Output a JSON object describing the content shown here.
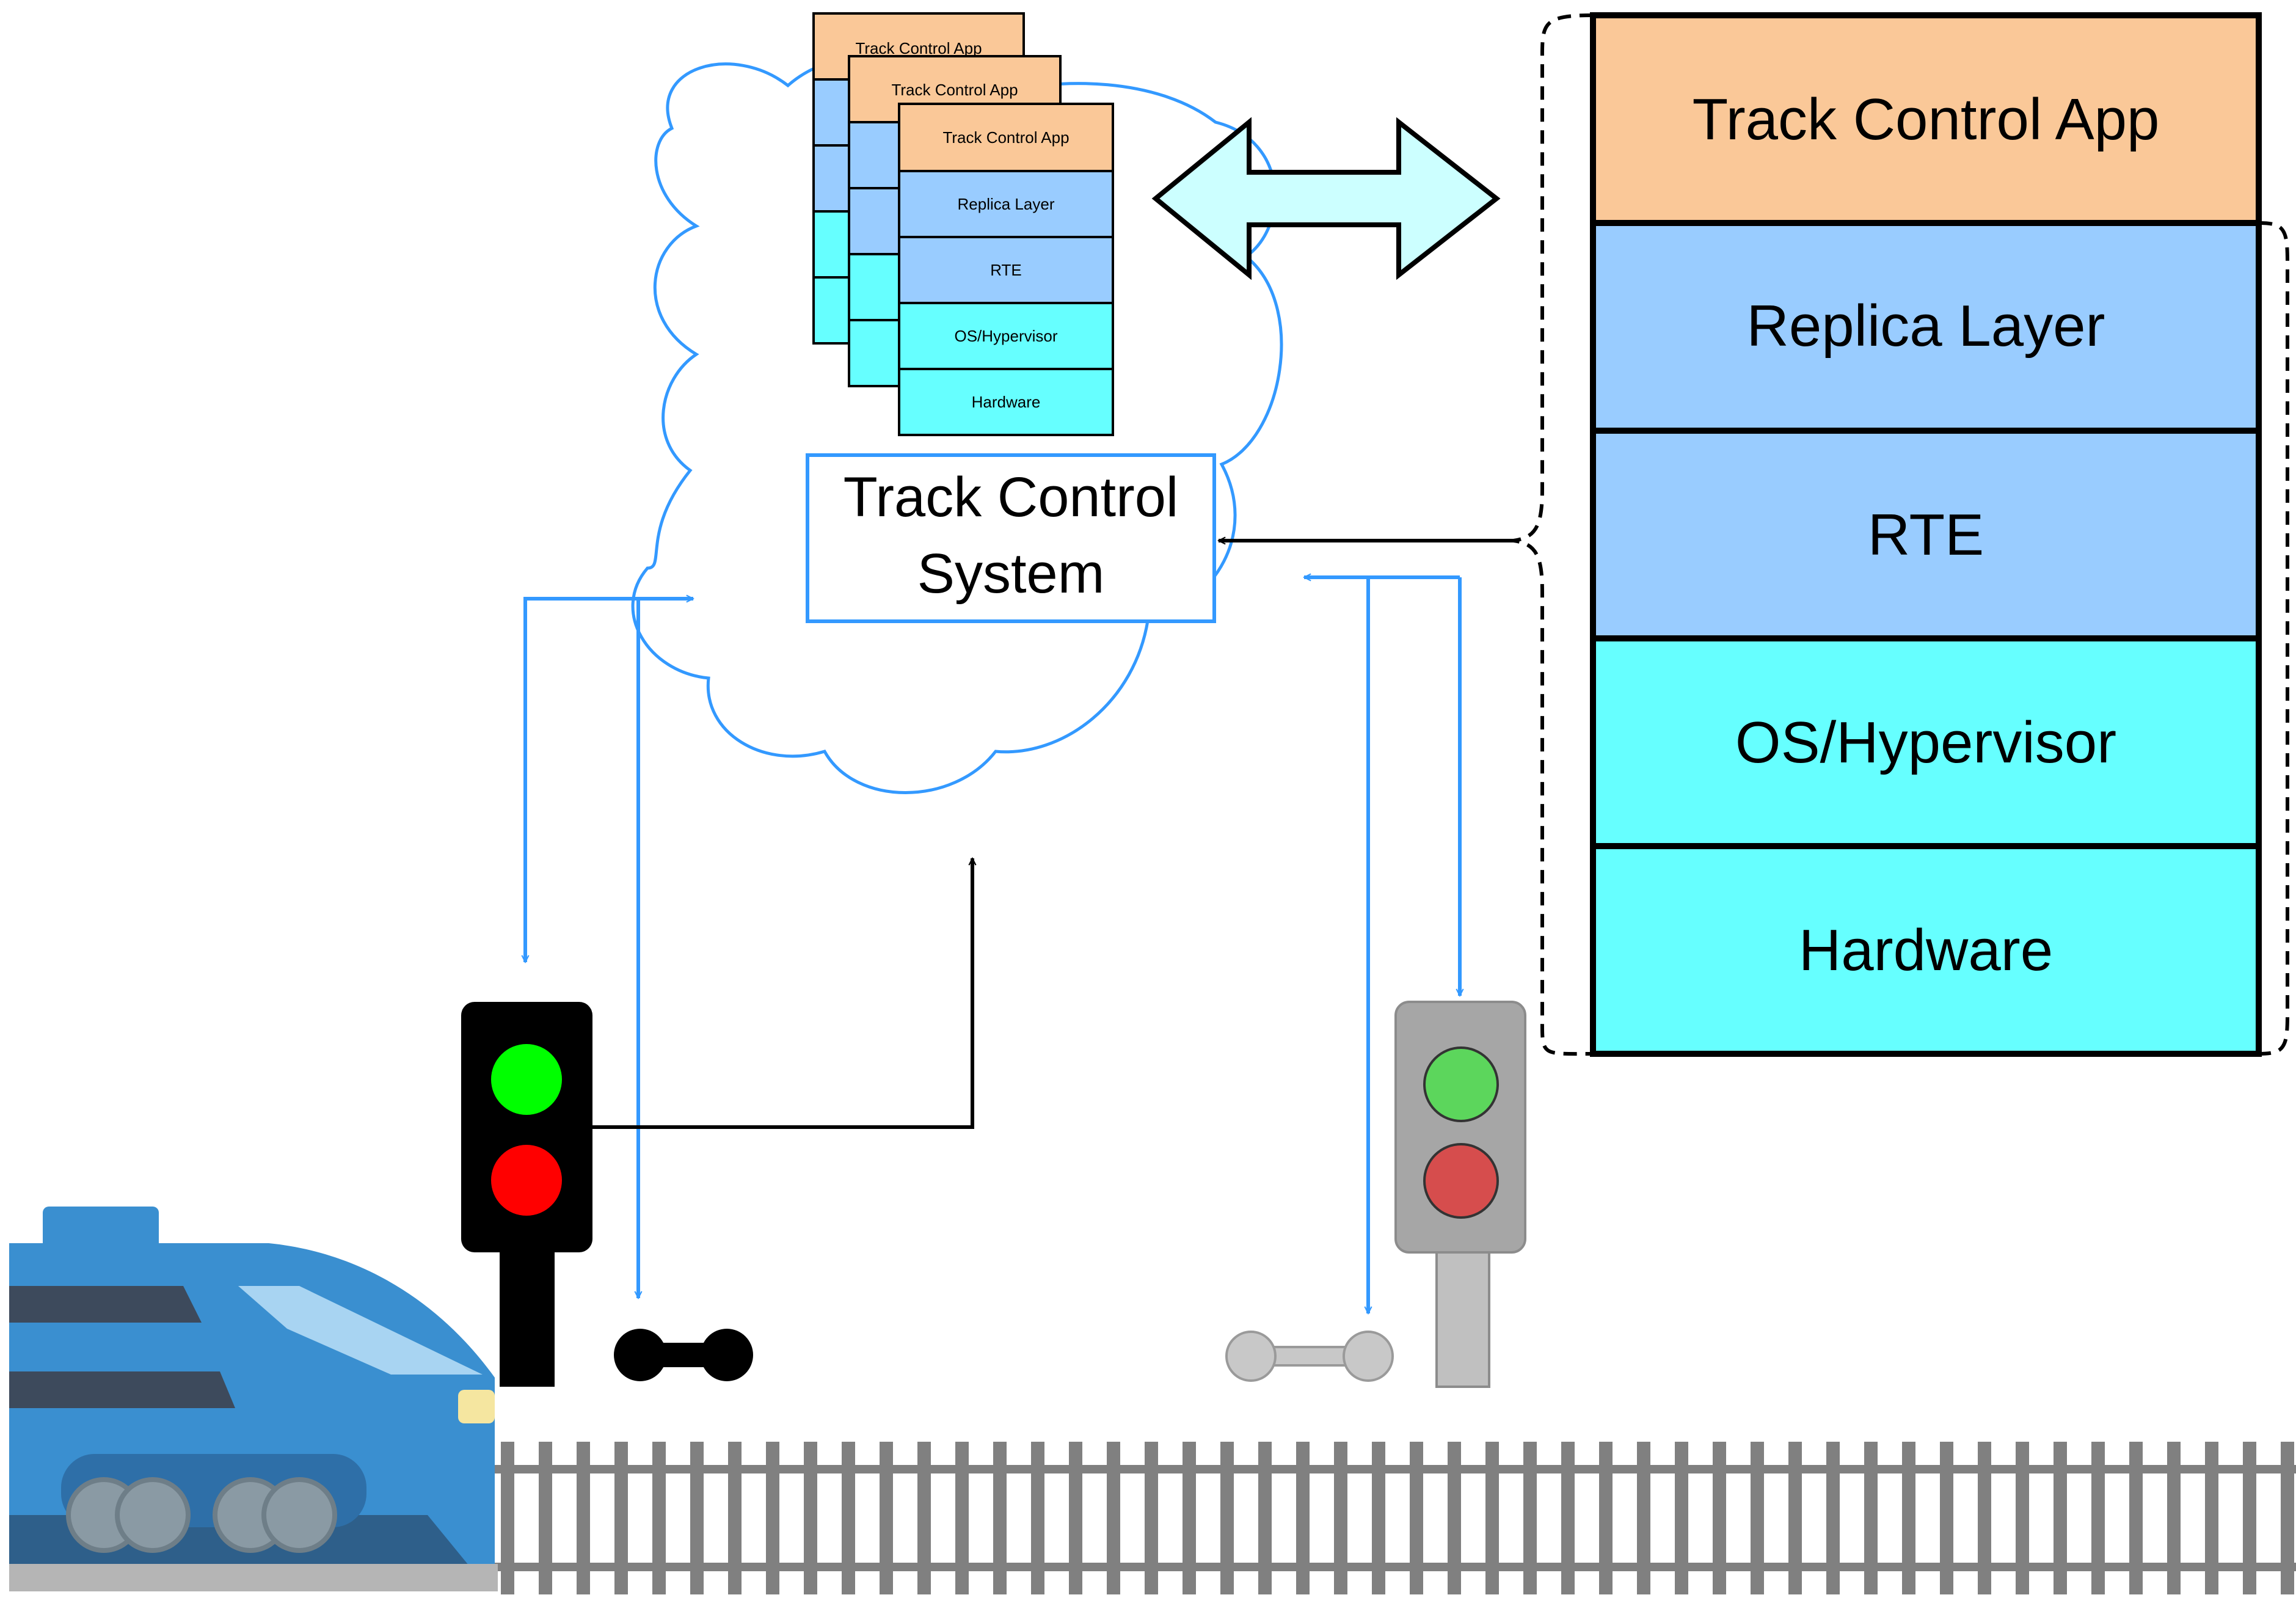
{
  "mini_stacks": {
    "back_top_label": "Track Control App",
    "middle_top_label": "Track Control App",
    "front_layers": [
      "Track Control App",
      "Replica Layer",
      "RTE",
      "OS/Hypervisor",
      "Hardware"
    ]
  },
  "control_system": {
    "line1": "Track Control",
    "line2": "System"
  },
  "big_stack": {
    "layers": [
      "Track Control App",
      "Replica Layer",
      "RTE",
      "OS/Hypervisor",
      "Hardware"
    ]
  },
  "colors": {
    "app": "#FAC898",
    "middleware": "#99CCFF",
    "platform": "#66FFFF",
    "connector": "#3399FF",
    "double_arrow": "#CCFFFF",
    "signal_active_body": "#000000",
    "signal_inactive_body": "#A6A6A6",
    "green": "#00FF00",
    "red": "#FF0000",
    "dim_green": "#5CD65C",
    "dim_red": "#D64D4D",
    "train": "#3A8FD0",
    "rail": "#808080"
  },
  "icons": [
    "train-icon",
    "cloud-icon",
    "traffic-signal-icon",
    "track-switch-icon",
    "double-arrow-icon"
  ]
}
